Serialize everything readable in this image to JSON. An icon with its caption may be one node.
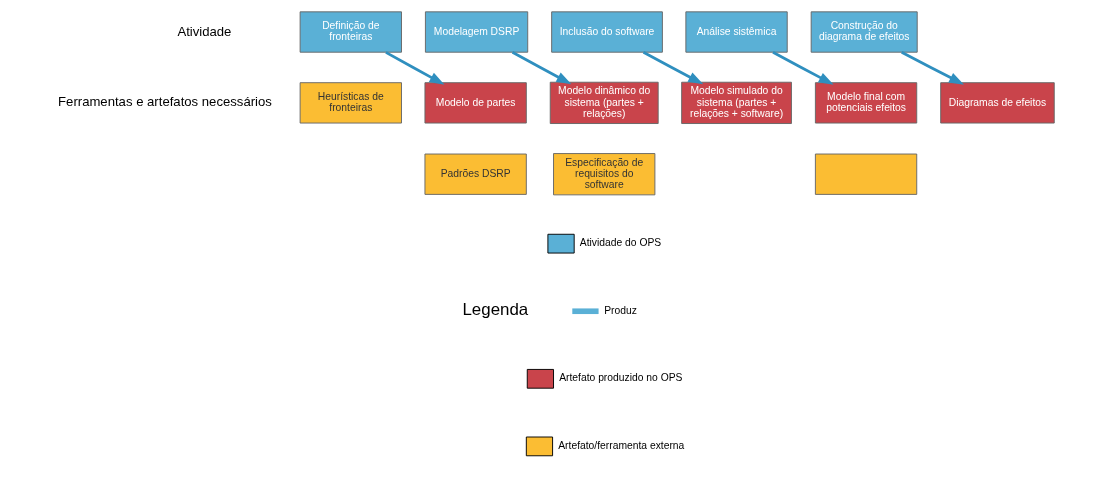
{
  "diagram": {
    "nodes": [
      {
        "text": [
          "Definição de fronteiras"
        ]
      },
      {
        "text": [
          "Modelagem DSRP"
        ]
      },
      {
        "text": [
          "Inclusão do software"
        ]
      },
      {
        "text": [
          "Análise sistêmica"
        ]
      },
      {
        "text": [
          "Construção do diagrama de efeitos"
        ]
      },
      {
        "text": [
          "Heurísticas de fronteiras"
        ]
      },
      {
        "text": [
          "Modelo de partes"
        ]
      },
      {
        "text": [
          "Padrões DSRP"
        ]
      },
      {
        "text": [
          "Modelo dinâmico do sistema (partes + relações)"
        ]
      },
      {
        "text": [
          "Especificação de requisitos do software"
        ]
      },
      {
        "text": [
          "Modelo simulado do sistema (partes + relações + software)"
        ]
      },
      {
        "text": [
          "Modelo final com potenciais efeitos"
        ]
      },
      {
        "text": [],
        "shape": "box"
      },
      {
        "text": [
          "Diagramas de efeitos"
        ]
      }
    ],
    "edges": [
      {
        "from": 0,
        "to": 6,
        "arrow": "to"
      },
      {
        "from": 1,
        "to": 8,
        "arrow": "to"
      },
      {
        "from": 2,
        "to": 10,
        "arrow": "to"
      },
      {
        "from": 3,
        "to": 11,
        "arrow": "to"
      },
      {
        "from": 4,
        "to": 13,
        "arrow": "to"
      }
    ],
    "labels": [
      "Atividade",
      "Ferramentas e artefatos necessários",
      "Legenda"
    ],
    "legend": [
      {
        "text": "Atividade do OPS",
        "color": "#5ab0d6"
      },
      {
        "text": "Produz"
      },
      {
        "text": "Artefato produzido no OPS",
        "color": "#c9444b"
      },
      {
        "text": "Artefato/ferramenta externa",
        "color": "#fbbd33"
      }
    ]
  }
}
